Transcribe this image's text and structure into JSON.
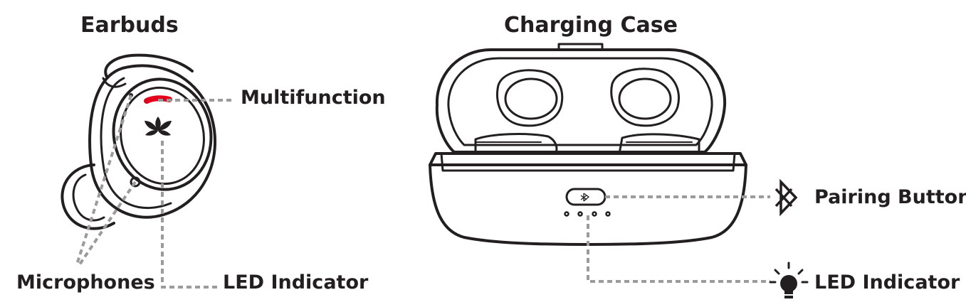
{
  "colors": {
    "line": "#231f20",
    "leader": "#9b9b9b",
    "button_highlight": "#e3001b",
    "background": "#ffffff"
  },
  "earbuds": {
    "title": "Earbuds",
    "labels": {
      "multifunction": "Multifunction",
      "microphones": "Microphones",
      "led_indicator": "LED Indicator"
    },
    "icons": [
      "leaf-logo-icon"
    ]
  },
  "charging_case": {
    "title": "Charging Case",
    "labels": {
      "pairing_button": "Pairing Button",
      "led_indicator": "LED Indicator"
    },
    "icons": [
      "bluetooth-icon",
      "lightbulb-icon"
    ],
    "indicator_led_count": 4
  }
}
